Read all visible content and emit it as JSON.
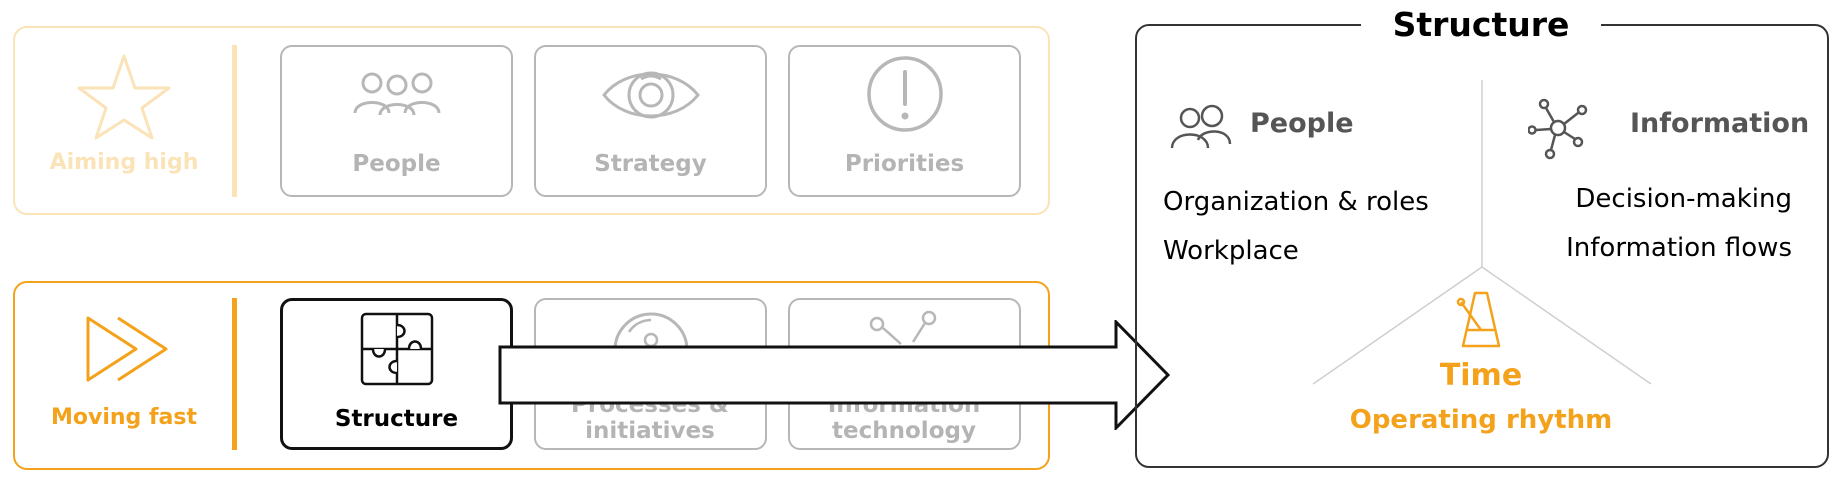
{
  "rows": {
    "row1": {
      "label": "Aiming high",
      "cards": [
        "People",
        "Strategy",
        "Priorities"
      ]
    },
    "row2": {
      "label": "Moving fast",
      "cards": [
        "Structure",
        "Processes & initiatives",
        "Information technology"
      ]
    }
  },
  "panel": {
    "title": "Structure",
    "people": {
      "heading": "People",
      "items": [
        "Organization & roles",
        "Workplace"
      ]
    },
    "information": {
      "heading": "Information",
      "items": [
        "Decision-making",
        "Information flows"
      ]
    },
    "time": {
      "heading": "Time",
      "subheading": "Operating rhythm"
    }
  },
  "colors": {
    "orange": "#f4a21c",
    "pale_orange": "#fbe3b8",
    "grey": "#b7b7b7",
    "dark": "#333333"
  },
  "icons": {
    "aiming_high": "star-icon",
    "moving_fast": "fast-forward-icon",
    "people": "people-icon",
    "strategy": "eye-icon",
    "priorities": "exclamation-icon",
    "structure": "puzzle-icon",
    "processes": "disc-icon",
    "it": "network-icon",
    "information": "hub-icon",
    "time": "metronome-icon"
  }
}
